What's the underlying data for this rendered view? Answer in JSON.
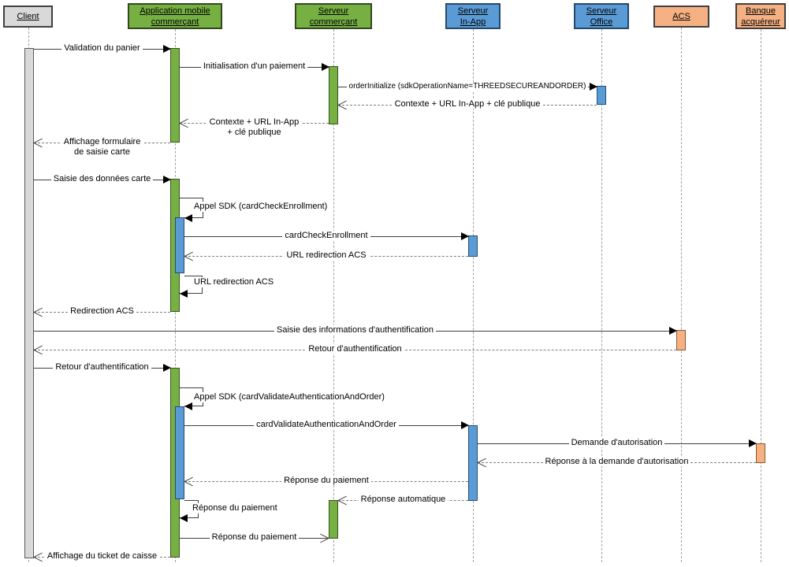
{
  "actors": [
    {
      "id": "client",
      "line1": "Client"
    },
    {
      "id": "app-mobile",
      "line1": "Application mobile",
      "line2": "commerçant"
    },
    {
      "id": "serveur-commercant",
      "line1": "Serveur",
      "line2": "commerçant"
    },
    {
      "id": "serveur-inapp",
      "line1": "Serveur",
      "line2": "In-App"
    },
    {
      "id": "serveur-office",
      "line1": "Serveur",
      "line2": "Office"
    },
    {
      "id": "acs",
      "line1": "ACS"
    },
    {
      "id": "banque-acquereur",
      "line1": "Banque",
      "line2": "acquéreur"
    }
  ],
  "messages": [
    {
      "label": "Validation du panier"
    },
    {
      "label": "Initialisation d'un paiement"
    },
    {
      "label": "orderInitialize (sdkOperationName=THREEDSECUREANDORDER)"
    },
    {
      "label": "Contexte + URL In-App + clé publique"
    },
    {
      "line1": "Contexte + URL In-App",
      "line2": "+ clé publique"
    },
    {
      "line1": "Affichage formulaire",
      "line2": "de saisie carte"
    },
    {
      "label": "Saisie des données carte"
    },
    {
      "label": "Appel SDK (cardCheckEnrollment)"
    },
    {
      "label": "cardCheckEnrollment"
    },
    {
      "label": "URL redirection ACS"
    },
    {
      "label": "URL redirection ACS"
    },
    {
      "label": "Redirection ACS"
    },
    {
      "label": "Saisie des informations d'authentification"
    },
    {
      "label": "Retour d'authentification"
    },
    {
      "label": "Retour d'authentification"
    },
    {
      "label": "Appel SDK (cardValidateAuthenticationAndOrder)"
    },
    {
      "label": "cardValidateAuthenticationAndOrder"
    },
    {
      "label": "Demande d'autorisation"
    },
    {
      "label": "Réponse à la demande d'autorisation"
    },
    {
      "label": "Réponse du paiement"
    },
    {
      "label": "Réponse automatique"
    },
    {
      "label": "Réponse du paiement"
    },
    {
      "label": "Réponse du paiement"
    },
    {
      "label": "Affichage du ticket de caisse"
    }
  ],
  "colors": {
    "actor_gray": "#d9d9d9",
    "actor_green": "#76b043",
    "actor_blue": "#5b9bd5",
    "actor_orange": "#f5b183",
    "solid_line": "#3f3f3f",
    "dashed_line": "#7f7f7f"
  }
}
